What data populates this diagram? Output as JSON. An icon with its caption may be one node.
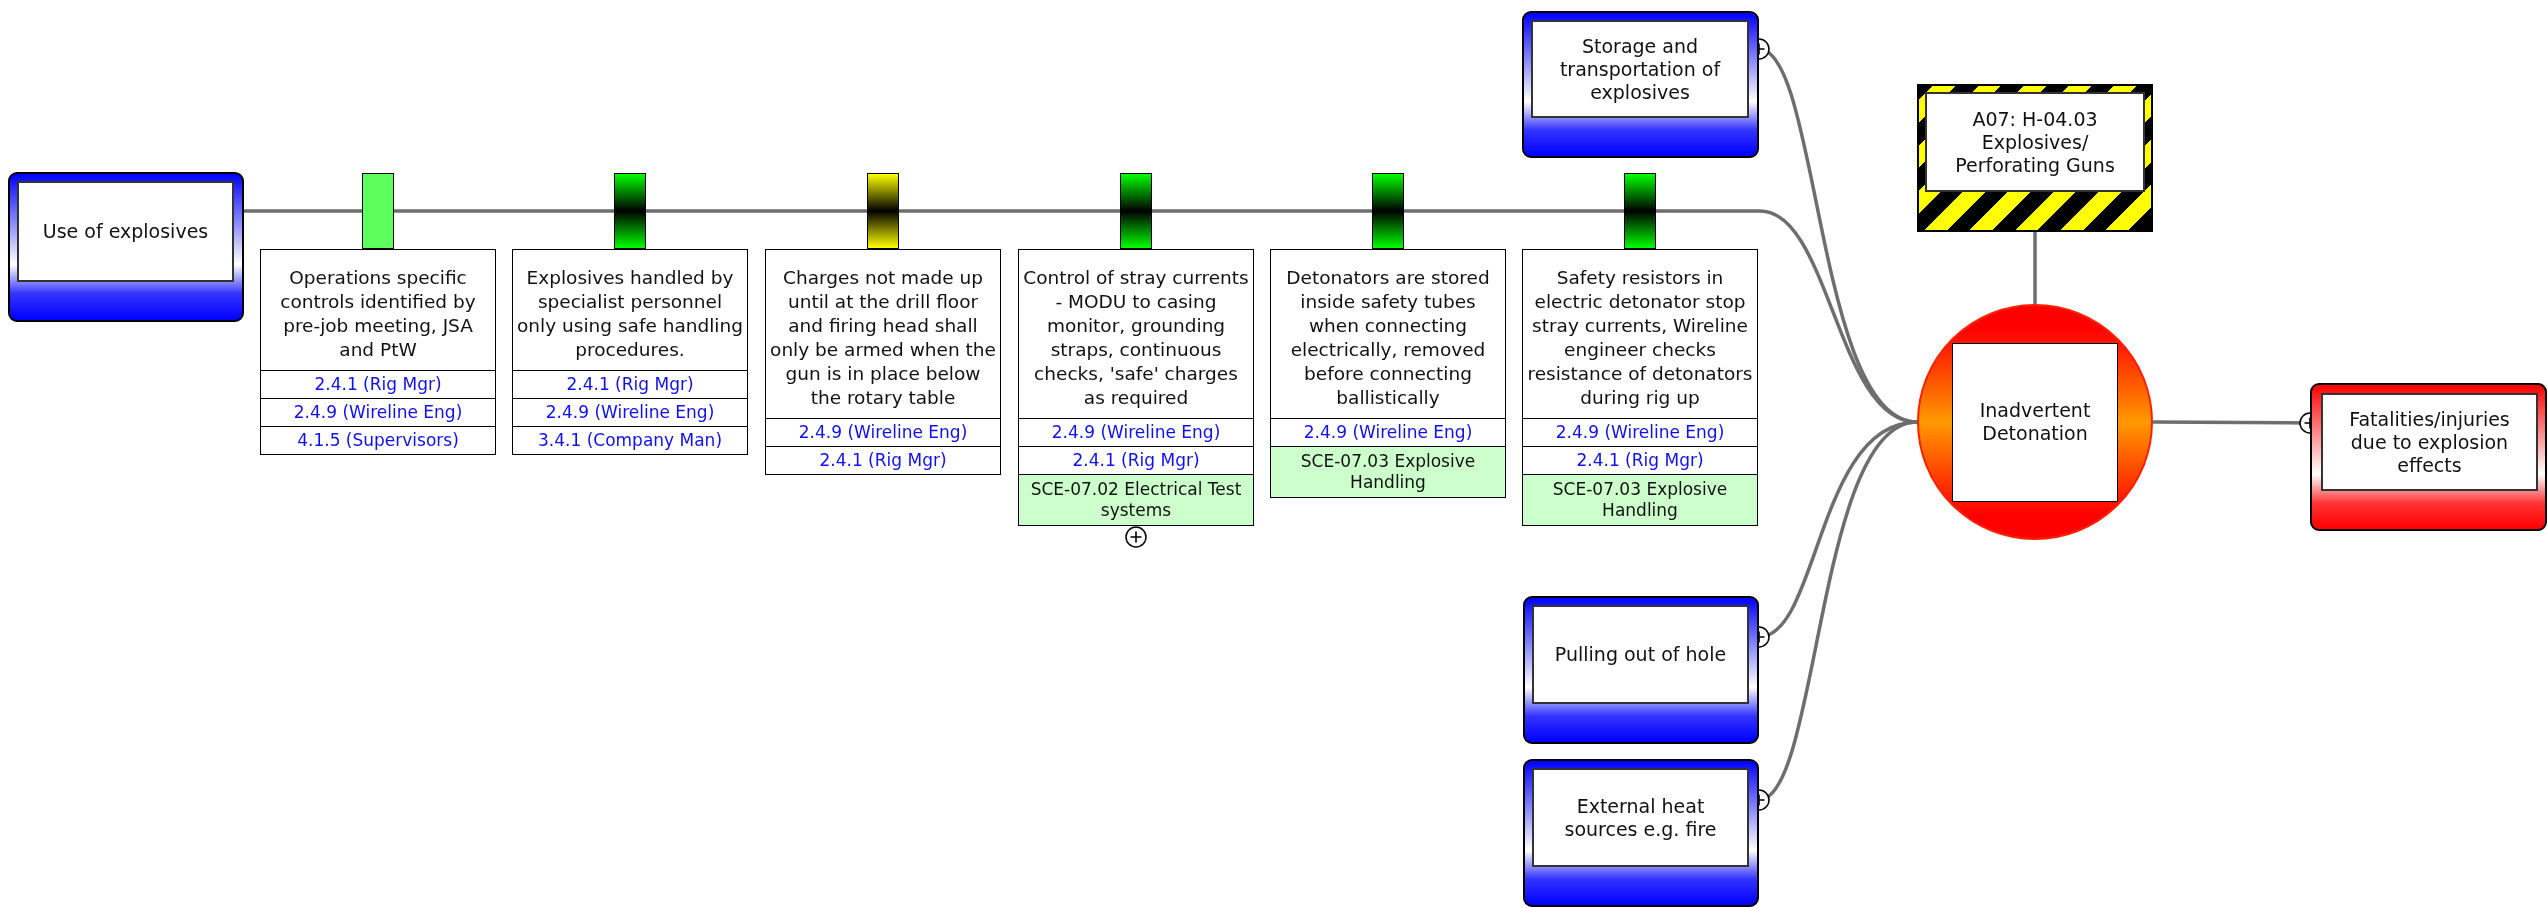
{
  "diagram": {
    "nodes": [
      {
        "text": [
          "Use of explosives"
        ]
      },
      {
        "text": [],
        "shape": "bar"
      },
      {
        "text": [
          "Operations specific controls identified by pre-job meeting, JSA and PtW",
          "2.4.1 (Rig Mgr)",
          "2.4.9 (Wireline Eng)",
          "4.1.5 (Supervisors)"
        ]
      },
      {
        "text": [],
        "shape": "bar"
      },
      {
        "text": [
          "Explosives handled by specialist personnel only using safe handling procedures.",
          "2.4.1 (Rig Mgr)",
          "2.4.9 (Wireline Eng)",
          "3.4.1 (Company Man)"
        ]
      },
      {
        "text": [],
        "shape": "bar"
      },
      {
        "text": [
          "Charges not made up until at the drill floor and firing head shall only be armed when the gun is in place below the rotary table",
          "2.4.9 (Wireline Eng)",
          "2.4.1 (Rig Mgr)"
        ]
      },
      {
        "text": [],
        "shape": "bar"
      },
      {
        "text": [
          "Control of stray currents - MODU to casing monitor, grounding straps, continuous checks, 'safe' charges as required",
          "2.4.9 (Wireline Eng)",
          "2.4.1 (Rig Mgr)",
          "SCE-07.02 Electrical Test systems"
        ]
      },
      {
        "text": [],
        "shape": "bar"
      },
      {
        "text": [
          "Detonators are stored inside safety tubes when connecting electrically, removed before connecting ballistically",
          "2.4.9 (Wireline Eng)",
          "SCE-07.03 Explosive Handling"
        ]
      },
      {
        "text": [],
        "shape": "bar"
      },
      {
        "text": [
          "Safety resistors in electric detonator stop stray currents, Wireline engineer checks resistance of detonators during rig up",
          "2.4.9 (Wireline Eng)",
          "2.4.1 (Rig Mgr)",
          "SCE-07.03 Explosive Handling"
        ]
      },
      {
        "text": [
          "Storage and transportation of explosives"
        ]
      },
      {
        "text": [
          "Pulling out of hole"
        ]
      },
      {
        "text": [
          "External heat sources e.g. fire"
        ]
      },
      {
        "text": [
          "A07: H-04.03 Explosives/ Perforating Guns"
        ]
      },
      {
        "text": [
          "Inadvertent Detonation"
        ]
      },
      {
        "text": [
          "Fatalities/injuries due to explosion effects"
        ]
      }
    ],
    "edges": [
      {
        "from": 0,
        "to": 1,
        "arrow": "none"
      },
      {
        "from": 1,
        "to": 3,
        "arrow": "none"
      },
      {
        "from": 3,
        "to": 5,
        "arrow": "none"
      },
      {
        "from": 5,
        "to": 7,
        "arrow": "none"
      },
      {
        "from": 7,
        "to": 9,
        "arrow": "none"
      },
      {
        "from": 9,
        "to": 11,
        "arrow": "none"
      },
      {
        "from": 11,
        "to": 17,
        "arrow": "none"
      },
      {
        "from": 13,
        "to": 17,
        "arrow": "other"
      },
      {
        "from": 14,
        "to": 17,
        "arrow": "other"
      },
      {
        "from": 15,
        "to": 17,
        "arrow": "other"
      },
      {
        "from": 16,
        "to": 17,
        "arrow": "none"
      },
      {
        "from": 17,
        "to": 18,
        "arrow": "other"
      }
    ]
  }
}
